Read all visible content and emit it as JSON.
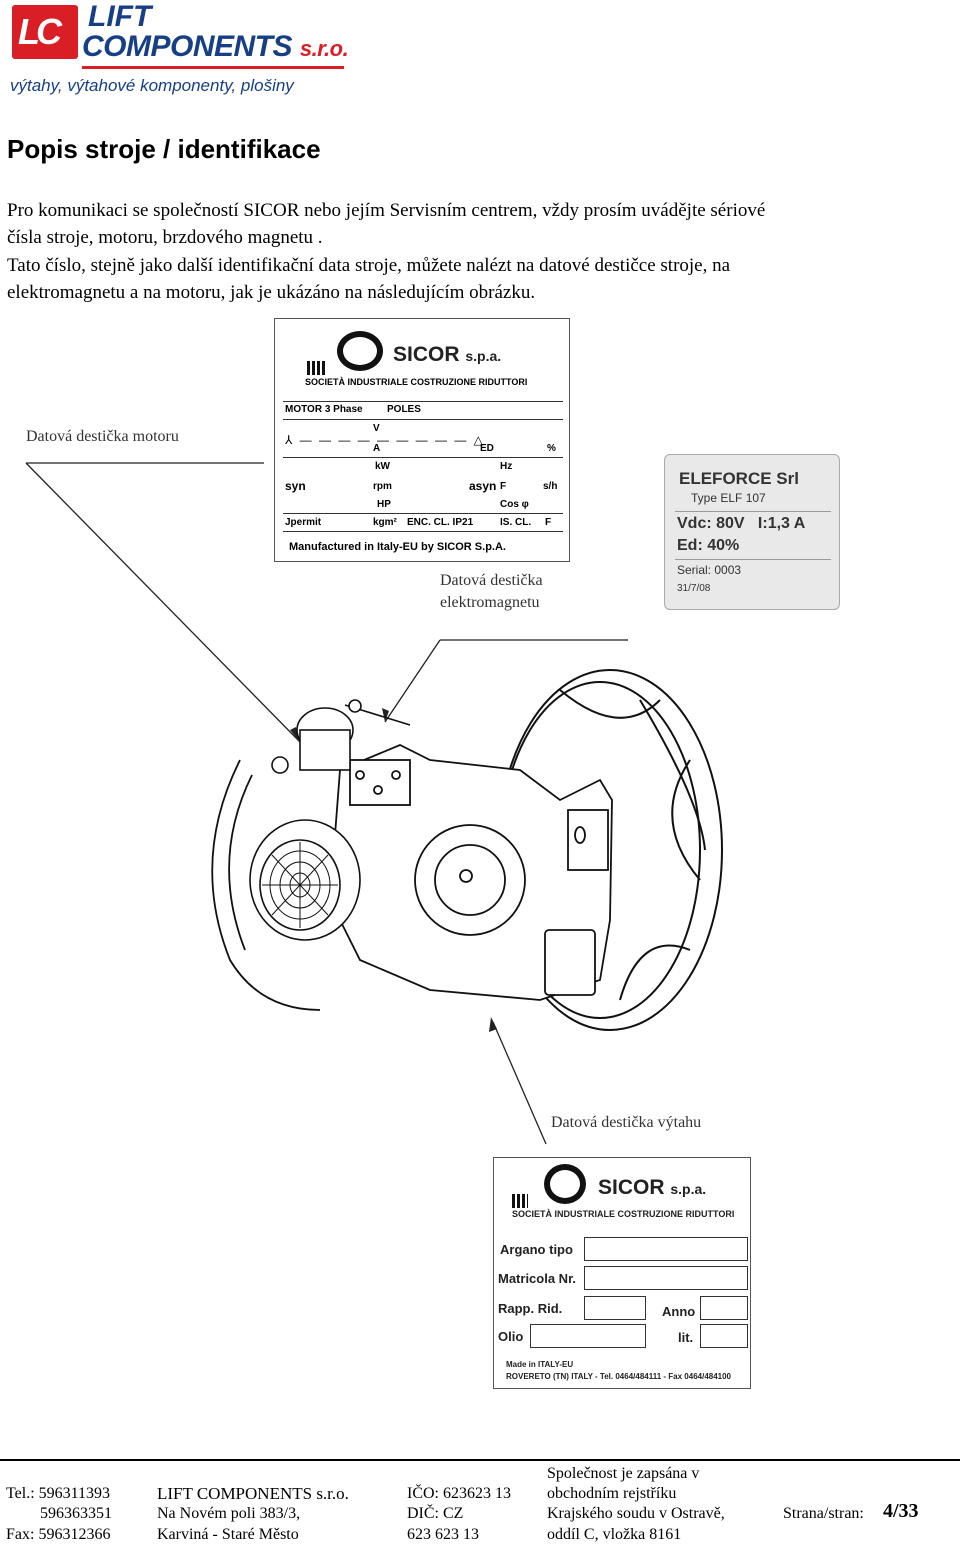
{
  "header": {
    "logo_letters": "LC",
    "brand_line1": "LIFT",
    "brand_line2": "COMPONENTS",
    "brand_suffix": "s.r.o.",
    "tagline": "výtahy, výtahové komponenty, plošiny"
  },
  "title": "Popis stroje / identifikace",
  "paragraph": [
    "Pro komunikaci se společností SICOR nebo jejím Servisním centrem, vždy prosím uvádějte sériové",
    "čísla stroje, motoru, brzdového magnetu .",
    "Tato číslo, stejně jako další identifikační data stroje, můžete nalézt na datové destičce stroje, na",
    "elektromagnetu a na motoru, jak je ukázáno na následujícím obrázku."
  ],
  "labels": {
    "motor": "Datová destička motoru",
    "magnet_l1": "Datová destička",
    "magnet_l2": "elektromagnetu",
    "lift": "Datová destička výtahu"
  },
  "motor_plate": {
    "brand": "SICOR",
    "brand_suffix": "s.p.a.",
    "subtitle": "SOCIETÀ INDUSTRIALE COSTRUZIONE RIDUTTORI",
    "motor": "MOTOR 3 Phase",
    "poles": "POLES",
    "v": "V",
    "a": "A",
    "ed": "ED",
    "pct": "%",
    "kw": "kW",
    "rpm": "rpm",
    "hp": "HP",
    "syn": "syn",
    "asyn": "asyn",
    "hz": "Hz",
    "f": "F",
    "sh": "s/h",
    "cos": "Cos φ",
    "jpermit": "Jpermit",
    "kgm": "kgm²",
    "enc": "ENC. CL. IP21",
    "is": "IS. CL.",
    "f2": "F",
    "manufactured": "Manufactured in Italy-EU by SICOR S.p.A."
  },
  "magnet_plate": {
    "line1": "ELEFORCE Srl",
    "line2": "Type ELF 107",
    "line3": "Vdc: 80V   I:1,3 A",
    "line4": "Ed: 40%",
    "line5": "Serial: 0003",
    "line6": "31/7/08"
  },
  "lift_plate": {
    "brand": "SICOR",
    "brand_suffix": "s.p.a.",
    "subtitle": "SOCIETÀ INDUSTRIALE COSTRUZIONE RIDUTTORI",
    "argano": "Argano tipo",
    "matricola": "Matricola Nr.",
    "rapp": "Rapp. Rid.",
    "anno": "Anno",
    "olio": "Olio",
    "lit": "lit.",
    "made1": "Made in ITALY-EU",
    "made2": "ROVERETO (TN) ITALY - Tel. 0464/484111 - Fax 0464/484100"
  },
  "footer": {
    "tel1": "Tel.: 596311393",
    "tel2": "596363351",
    "fax": "Fax: 596312366",
    "company": "LIFT COMPONENTS s.r.o.",
    "street": "Na Novém poli 383/3,",
    "city": "Karviná - Staré Město",
    "ico": "IČO: 623623 13",
    "dic": "DIČ: CZ",
    "dic2": "623 623 13",
    "reg1": "Společnost je zapsána v",
    "reg2": "obchodním rejstříku",
    "reg3": "Krajského soudu v Ostravě,",
    "reg4": "oddíl C, vložka 8161",
    "page_label": "Strana/stran:",
    "page_value": "4/33"
  }
}
